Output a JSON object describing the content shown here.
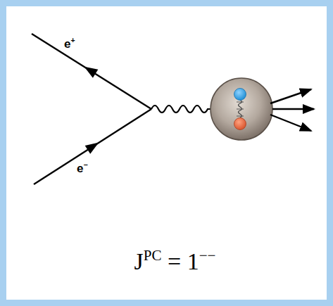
{
  "diagram": {
    "labels": [
      "e+",
      "e−",
      "JPC = 1−−"
    ]
  }
}
